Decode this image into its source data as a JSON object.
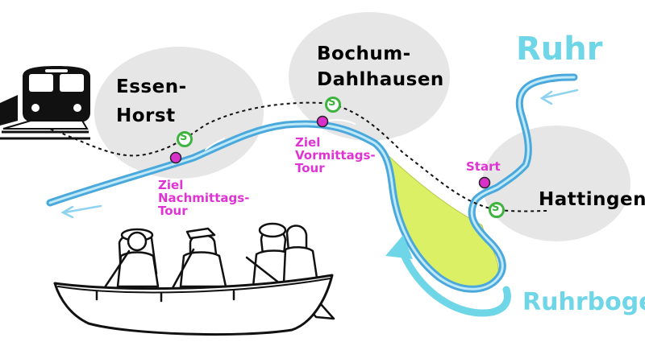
{
  "towns": {
    "essen_line1": "Essen-",
    "essen_line2": "Horst",
    "bochum_line1": "Bochum-",
    "bochum_line2": "Dahlhausen",
    "hattingen": "Hattingen"
  },
  "rivers": {
    "ruhr": "Ruhr",
    "ruhrbogen": "Ruhrbogen"
  },
  "markers": {
    "ziel_nachmittag_1": "Ziel",
    "ziel_nachmittag_2": "Nachmittags-",
    "ziel_nachmittag_3": "Tour",
    "ziel_vormittag_1": "Ziel",
    "ziel_vormittag_2": "Vormittags-",
    "ziel_vormittag_3": "Tour",
    "start": "Start",
    "sbahn_symbol": "S"
  },
  "colors": {
    "river": "#4aa8dc",
    "river_light": "#8fd3f0",
    "town_area": "#e6e6e6",
    "meadow": "#dcf065",
    "marker_pink": "#d830c8",
    "label_pink": "#e033d4",
    "sbahn_green": "#3fb33f",
    "arrow_cyan": "#6fd6e8"
  },
  "icons": {
    "train": "train-icon",
    "canoe": "canoe-illustration"
  }
}
